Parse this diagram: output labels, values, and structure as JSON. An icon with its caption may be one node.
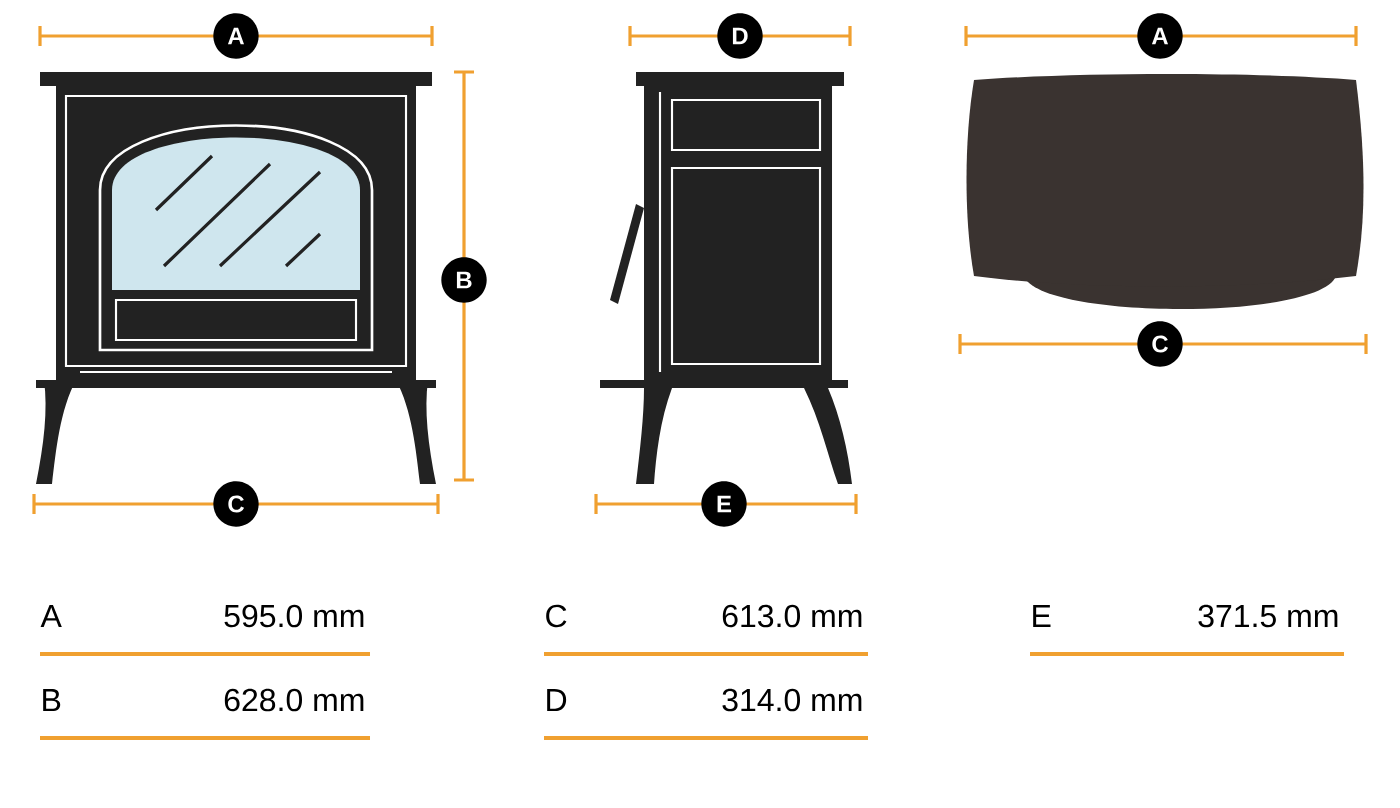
{
  "diagram": {
    "labels": [
      "A",
      "D",
      "A",
      "B",
      "C",
      "C",
      "E",
      "A",
      "595.0 mm",
      "C",
      "613.0 mm",
      "E",
      "371.5 mm",
      "B",
      "628.0 mm",
      "D",
      "314.0 mm"
    ]
  }
}
